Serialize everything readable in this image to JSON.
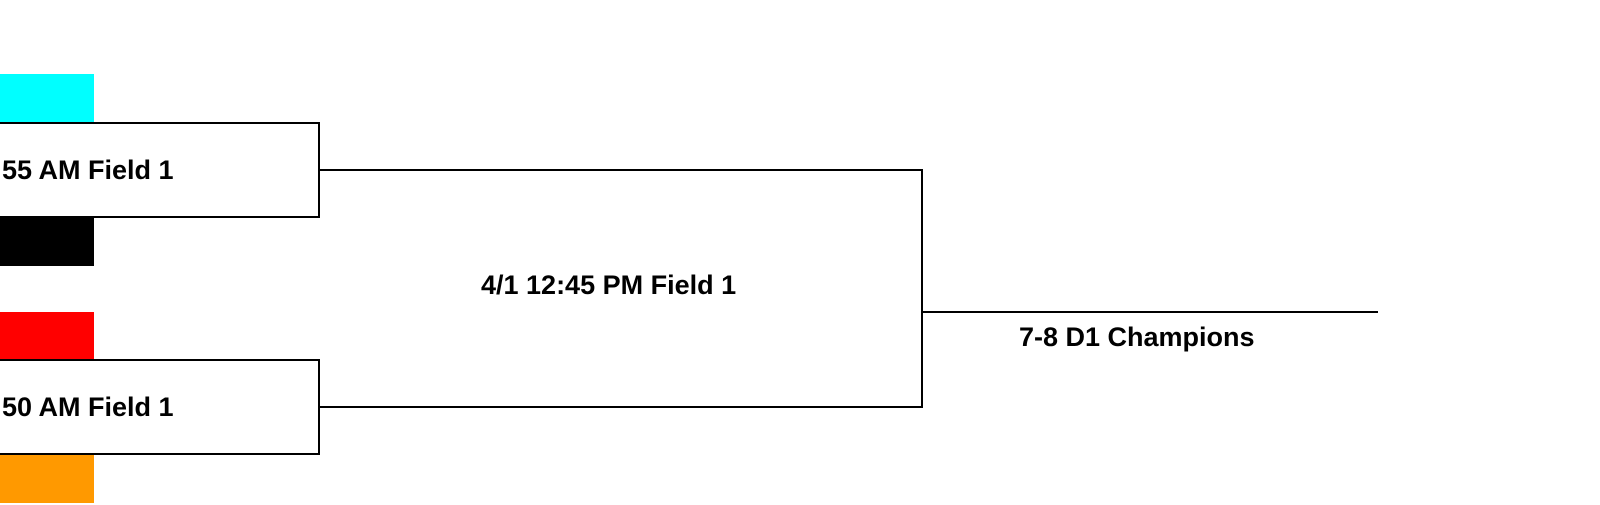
{
  "round1": {
    "game1": {
      "label": "55 AM Field 1",
      "team_top_color": "#00FFFF",
      "team_bottom_color": "#000000"
    },
    "game2": {
      "label": "50 AM Field 1",
      "team_top_color": "#FF0000",
      "team_bottom_color": "#FF9900"
    }
  },
  "final": {
    "label": "4/1 12:45 PM Field 1"
  },
  "champion": {
    "label": "7-8 D1 Champions"
  }
}
